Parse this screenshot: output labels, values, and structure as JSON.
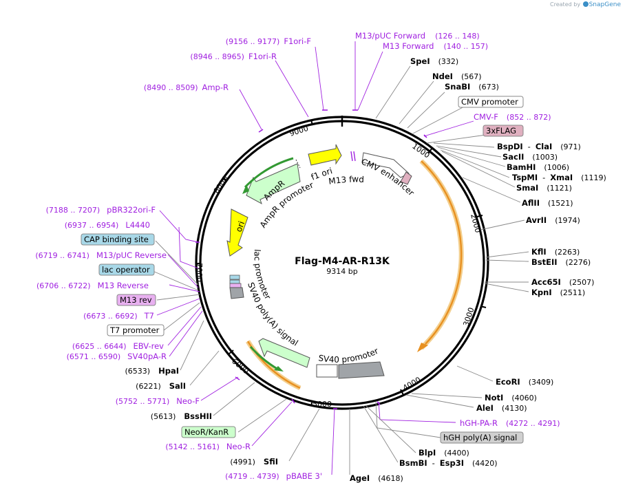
{
  "brand": {
    "prefix": "Created by",
    "name": "SnapGene"
  },
  "plasmid": {
    "name": "Flag-M4-AR-R13K",
    "size": "9314 bp"
  },
  "ticks": [
    "1000",
    "2000",
    "3000",
    "4000",
    "5000",
    "6000",
    "7000",
    "8000",
    "9000"
  ],
  "features": {
    "f1ori": "f1 ori",
    "m13fwd": "M13 fwd",
    "cmv": "CMV enhancer",
    "ampr": "AmpR",
    "amprprom": "AmpR promoter",
    "ori": "ori",
    "lacprom": "lac promoter",
    "sv40pa": "SV40 poly(A) signal",
    "sv40prom": "SV40 promoter"
  },
  "sites": {
    "f1orif": {
      "name": "F1ori-F",
      "pos": "(9156 .. 9177)"
    },
    "f1orir": {
      "name": "F1ori-R",
      "pos": "(8946 .. 8965)"
    },
    "ampR": {
      "name": "Amp-R",
      "pos": "(8490 .. 8509)"
    },
    "m13puc": {
      "name": "M13/pUC Forward",
      "pos": "(126 .. 148)"
    },
    "m13f": {
      "name": "M13 Forward",
      "pos": "(140 .. 157)"
    },
    "spei": {
      "name": "SpeI",
      "pos": "(332)"
    },
    "ndei": {
      "name": "NdeI",
      "pos": "(567)"
    },
    "snabi": {
      "name": "SnaBI",
      "pos": "(673)"
    },
    "cmvprom": {
      "name": "CMV promoter"
    },
    "cmvf": {
      "name": "CMV-F",
      "pos": "(852 .. 872)"
    },
    "flag": {
      "name": "3xFLAG"
    },
    "bspdi": {
      "name": "BspDI",
      "dash": "-",
      "name2": "ClaI",
      "pos": "(971)"
    },
    "sacii": {
      "name": "SacII",
      "pos": "(1003)"
    },
    "bamhi": {
      "name": "BamHI",
      "pos": "(1006)"
    },
    "tspmi": {
      "name": "TspMI",
      "dash": "-",
      "name2": "XmaI",
      "pos": "(1119)"
    },
    "smai": {
      "name": "SmaI",
      "pos": "(1121)"
    },
    "aflii": {
      "name": "AflII",
      "pos": "(1521)"
    },
    "avrii": {
      "name": "AvrII",
      "pos": "(1974)"
    },
    "kfli": {
      "name": "KflI",
      "pos": "(2263)"
    },
    "bsteii": {
      "name": "BstEII",
      "pos": "(2276)"
    },
    "acc65i": {
      "name": "Acc65I",
      "pos": "(2507)"
    },
    "kpni": {
      "name": "KpnI",
      "pos": "(2511)"
    },
    "ecori": {
      "name": "EcoRI",
      "pos": "(3409)"
    },
    "noti": {
      "name": "NotI",
      "pos": "(4060)"
    },
    "alei": {
      "name": "AleI",
      "pos": "(4130)"
    },
    "hghpar": {
      "name": "hGH-PA-R",
      "pos": "(4272 .. 4291)"
    },
    "hghpa": {
      "name": "hGH poly(A) signal"
    },
    "blpi": {
      "name": "BlpI",
      "pos": "(4400)"
    },
    "bsmbi": {
      "name": "BsmBI",
      "dash": "-",
      "name2": "Esp3I",
      "pos": "(4420)"
    },
    "agei": {
      "name": "AgeI",
      "pos": "(4618)"
    },
    "pbabe": {
      "name": "pBABE 3'",
      "pos": "(4719 .. 4739)"
    },
    "sfii": {
      "name": "SfiI",
      "pos": "(4991)"
    },
    "neor_primer": {
      "name": "Neo-R",
      "pos": "(5142 .. 5161)"
    },
    "neokan": {
      "name": "NeoR/KanR"
    },
    "bsshii": {
      "name": "BssHII",
      "pos": "(5613)"
    },
    "neof": {
      "name": "Neo-F",
      "pos": "(5752 .. 5771)"
    },
    "sali": {
      "name": "SalI",
      "pos": "(6221)"
    },
    "hpai": {
      "name": "HpaI",
      "pos": "(6533)"
    },
    "sv40par": {
      "name": "SV40pA-R",
      "pos": "(6571 .. 6590)"
    },
    "ebvrev": {
      "name": "EBV-rev",
      "pos": "(6625 .. 6644)"
    },
    "t7prom": {
      "name": "T7 promoter"
    },
    "t7": {
      "name": "T7",
      "pos": "(6673 .. 6692)"
    },
    "m13rev": {
      "name": "M13 rev"
    },
    "m13reverse": {
      "name": "M13 Reverse",
      "pos": "(6706 .. 6722)"
    },
    "lacop": {
      "name": "lac operator"
    },
    "m13pucrev": {
      "name": "M13/pUC Reverse",
      "pos": "(6719 .. 6741)"
    },
    "cap": {
      "name": "CAP binding site"
    },
    "l4440": {
      "name": "L4440",
      "pos": "(6937 .. 6954)"
    },
    "pbr322": {
      "name": "pBR322ori-F",
      "pos": "(7188 .. 7207)"
    }
  },
  "colors": {
    "primer": "#a020e0",
    "ori": "#ffff00",
    "ampr": "#ccffcc",
    "amprDark": "#339933",
    "orange": "#e89020",
    "gray": "#a0a4a8",
    "cap": "#a8d8e8",
    "flag": "#e0b0c0",
    "m13rev": "#e8b0f0",
    "neokan": "#ccffcc"
  }
}
